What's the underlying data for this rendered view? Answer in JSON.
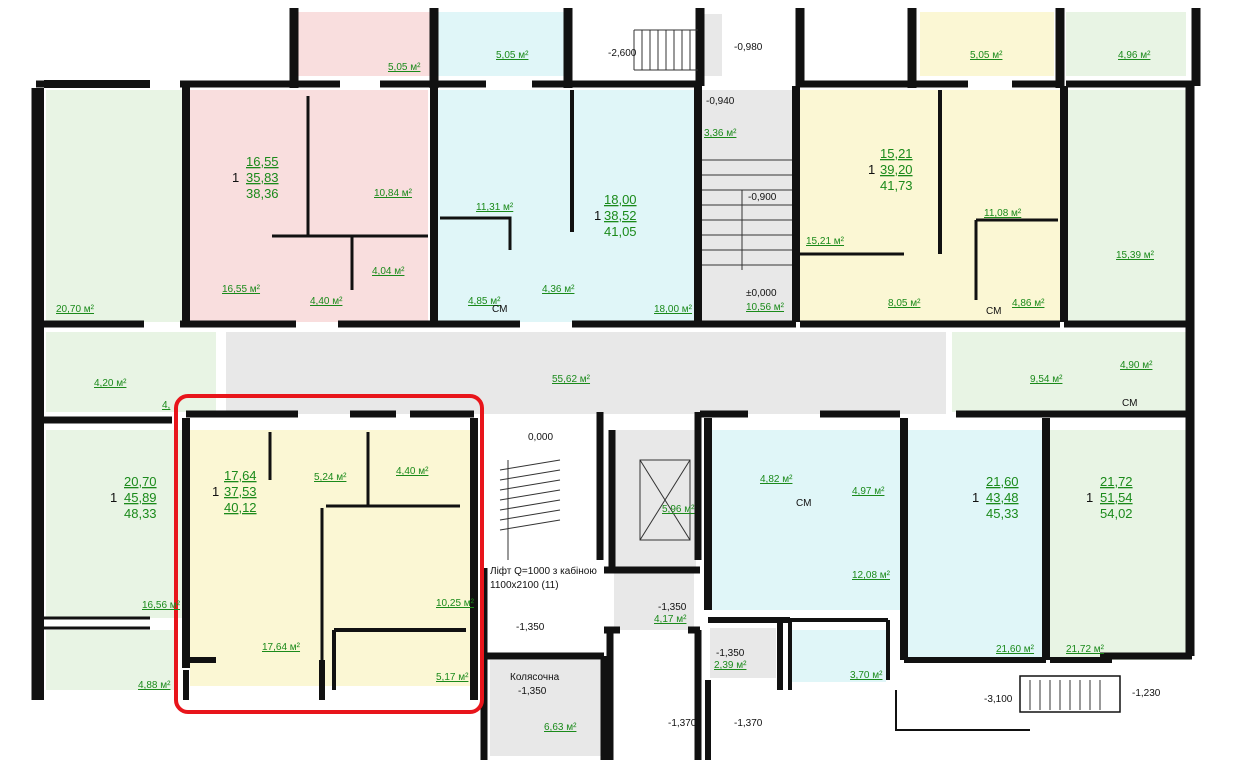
{
  "colors": {
    "pink": "#f9dede",
    "cyan": "#e0f6f8",
    "yellow": "#fbf7d4",
    "green": "#e8f4e4",
    "grey": "#e8e8e8",
    "wall": "#111111",
    "text_area": "#1a8a1a",
    "highlight": "#e8151b"
  },
  "apartments": {
    "pink": {
      "rooms": "1",
      "living": "16,55",
      "total": "35,83",
      "full": "38,36"
    },
    "cyan": {
      "rooms": "1",
      "living": "18,00",
      "total": "38,52",
      "full": "41,05"
    },
    "yellowt": {
      "rooms": "1",
      "living": "15,21",
      "total": "39,20",
      "full": "41,73"
    },
    "greenl": {
      "rooms": "1",
      "living": "20,70",
      "total": "45,89",
      "full": "48,33"
    },
    "sel": {
      "rooms": "1",
      "living": "17,64",
      "total": "37,53",
      "full": "40,12"
    },
    "cyanb": {
      "rooms": "1",
      "living": "21,60",
      "total": "43,48",
      "full": "45,33"
    },
    "greenr": {
      "rooms": "1",
      "living": "21,72",
      "total": "51,54",
      "full": "54,02"
    }
  },
  "areas": {
    "a505a": "5,05 м²",
    "a505b": "5,05 м²",
    "a505c": "5,05 м²",
    "a496": "4,96 м²",
    "a2070": "20,70 м²",
    "a1655": "16,55 м²",
    "a1084": "10,84 м²",
    "a404": "4,04 м²",
    "a440t": "4,40 м²",
    "a1131": "11,31 м²",
    "a485": "4,85 м²",
    "a436": "4,36 м²",
    "a1800": "18,00 м²",
    "a336": "3,36 м²",
    "a1056": "10,56 м²",
    "a1521": "15,21 м²",
    "a1108": "11,08 м²",
    "a805": "8,05 м²",
    "a486": "4,86 м²",
    "a1539": "15,39 м²",
    "a420": "4,20 м²",
    "a4x": "4,",
    "a5562": "55,62 м²",
    "a954": "9,54 м²",
    "a490": "4,90 м²",
    "a524": "5,24 м²",
    "a440": "4,40 м²",
    "a1025": "10,25 м²",
    "a1764": "17,64 м²",
    "a517": "5,17 м²",
    "a1656": "16,56 м²",
    "a488": "4,88 м²",
    "a596": "5,96 м²",
    "a417": "4,17 м²",
    "a663": "6,63 м²",
    "a482": "4,82 м²",
    "a497": "4,97 м²",
    "a1208": "12,08 м²",
    "a1060": "21,60 м²",
    "a239": "2,39 м²",
    "a370": "3,70 м²",
    "a2172": "21,72 м²"
  },
  "levels": {
    "l2600": "-2,600",
    "l0980": "-0,980",
    "l0940": "-0,940",
    "l0900": "-0,900",
    "l0000": "±0,000",
    "l000": "0,000",
    "l1350a": "-1,350",
    "l1350b": "-1,350",
    "l1350c": "-1,350",
    "l1350d": "-1,350",
    "l1370a": "-1,370",
    "l1370b": "-1,370",
    "l3100": "-3,100",
    "l1230": "-1,230"
  },
  "labels": {
    "lift1": "Ліфт Q=1000 з кабіною",
    "lift2": "1100х2100  (11)",
    "kolyas": "Колясочна",
    "cm": "СМ"
  }
}
